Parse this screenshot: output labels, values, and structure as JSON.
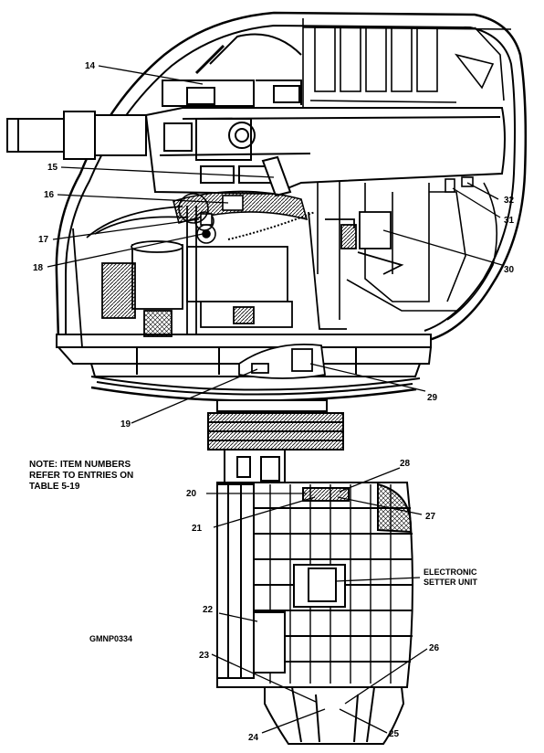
{
  "figure_id": "GMNP0334",
  "note": [
    "NOTE: ITEM NUMBERS",
    "REFER TO ENTRIES ON",
    "TABLE 5-19"
  ],
  "callouts": {
    "c14": "14",
    "c15": "15",
    "c16": "16",
    "c17": "17",
    "c18": "18",
    "c19": "19",
    "c20": "20",
    "c21": "21",
    "c22": "22",
    "c23": "23",
    "c24": "24",
    "c25": "25",
    "c26": "26",
    "c27": "27",
    "c28": "28",
    "c29": "29",
    "c30": "30",
    "c31": "31",
    "c32": "32"
  },
  "esu_label": [
    "ELECTRONIC",
    "SETTER UNIT"
  ],
  "colors": {
    "ink": "#000000",
    "paper": "#ffffff"
  }
}
